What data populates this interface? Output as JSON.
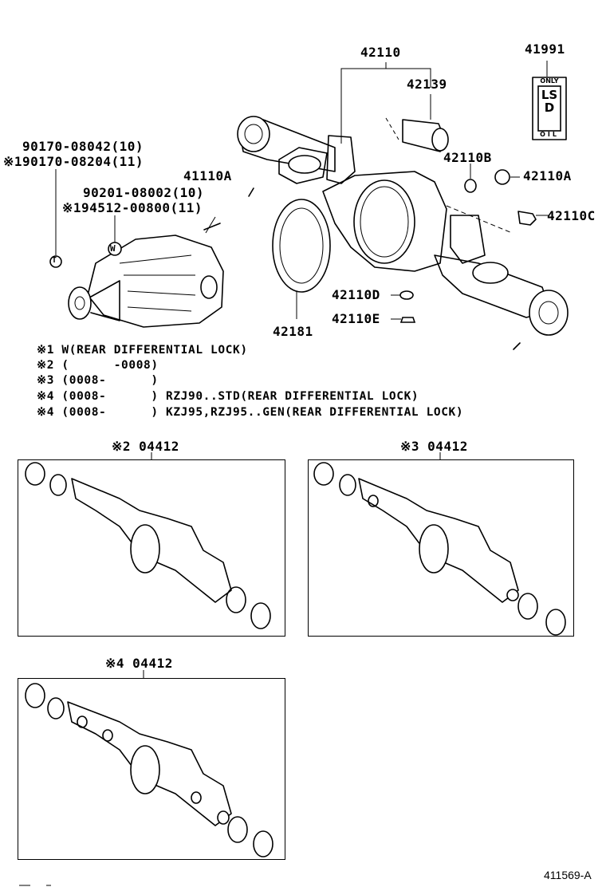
{
  "parts": {
    "p42110": "42110",
    "p42139": "42139",
    "p41991": "41991",
    "p42110B": "42110B",
    "p42110A_right": "42110A",
    "p42110C": "42110C",
    "p41110A": "41110A",
    "p90170_08042": "90170-08042(10)",
    "p90170_08204": "※190170-08204(11)",
    "p90201_08002": "90201-08002(10)",
    "p94512_00800": "※194512-00800(11)",
    "p42110D": "42110D",
    "p42110E": "42110E",
    "p42181": "42181"
  },
  "badge": {
    "line1": "ONLY",
    "line2": "LSD",
    "line3": "OIL"
  },
  "markers": {
    "t": "T",
    "w": "W"
  },
  "notes": [
    "※1 W(REAR DIFFERENTIAL LOCK)",
    "※2 (      -0008)",
    "※3 (0008-      )",
    "※4 (0008-      ) RZJ90..STD(REAR DIFFERENTIAL LOCK)",
    "※4 (0008-      ) KZJ95,RZJ95..GEN(REAR DIFFERENTIAL LOCK)"
  ],
  "kits": [
    {
      "label": "※2 04412"
    },
    {
      "label": "※3 04412"
    },
    {
      "label": "※4 04412"
    }
  ],
  "footer": {
    "code": "411569-A"
  }
}
